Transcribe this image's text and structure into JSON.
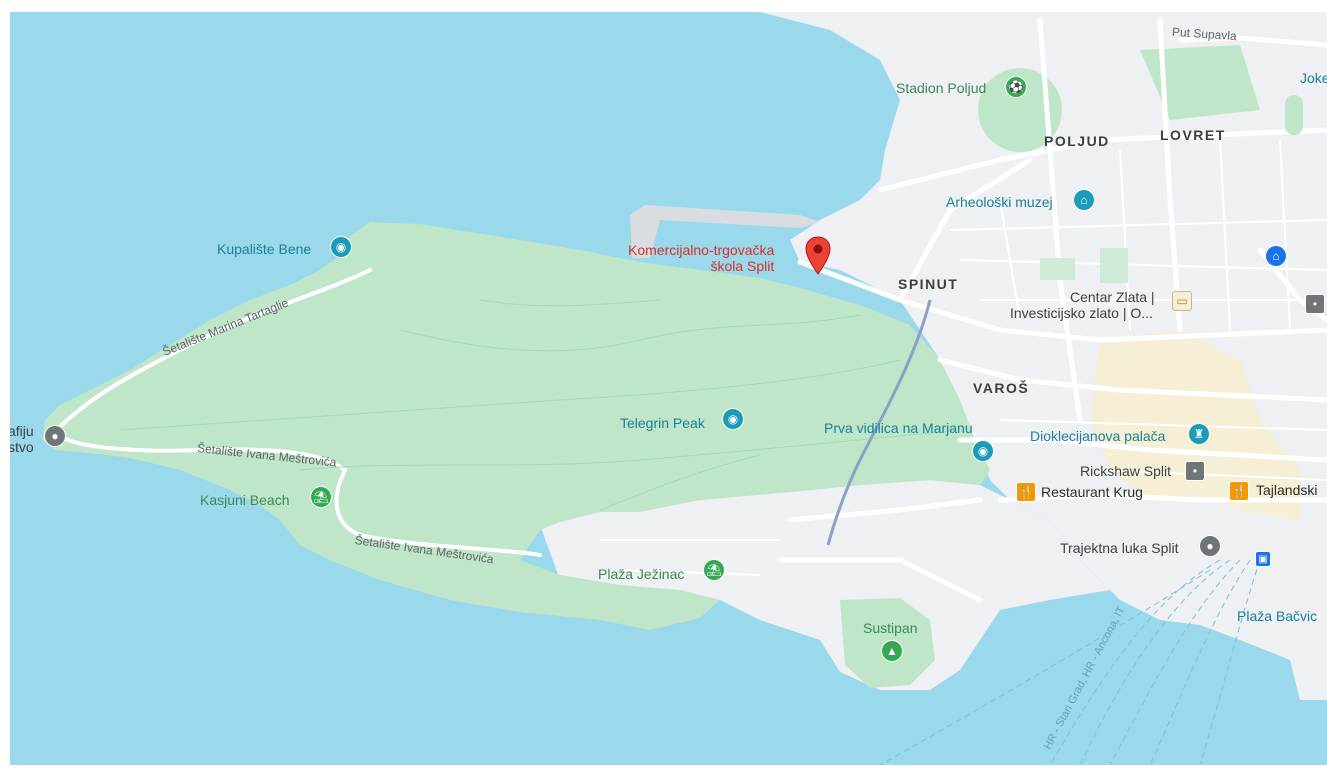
{
  "colors": {
    "water": "#9ad8ec",
    "water_light": "#b3e3f3",
    "park": "#bfe6c8",
    "city": "#eef0f3",
    "road": "#ffffff",
    "old_town": "#f5efd6",
    "pin_red": "#ea4335",
    "green_poi": "#34a853",
    "teal_poi": "#1a9bb8",
    "orange_poi": "#f29900",
    "gray_poi": "#70757a",
    "blue_poi": "#1a73e8"
  },
  "places": {
    "selected": "Komercijalno-trgovačka\nškola Split",
    "stadion": "Stadion Poljud",
    "poljud": "POLJUD",
    "lovret": "LOVRET",
    "arheoloski": "Arheološki muzej",
    "spinut": "SPINUT",
    "centar_zlata_1": "Centar Zlata |",
    "centar_zlata_2": "Investicijsko zlato | O...",
    "varos": "VAROŠ",
    "kupaliste": "Kupalište Bene",
    "telegrin": "Telegrin Peak",
    "prva_vidilica": "Prva vidilica na Marjanu",
    "dioklecijanova": "Dioklecijanova palača",
    "rickshaw": "Rickshaw Split",
    "restaurant_krug": "Restaurant Krug",
    "tajlandski": "Tajlandski",
    "kasjuni": "Kasjuni Beach",
    "jezinac": "Plaža Ježinac",
    "trajektna": "Trajektna luka Split",
    "sustipan": "Sustipan",
    "bacvice": "Plaža Bačvic",
    "joke": "Joke",
    "left_1": "afiju",
    "left_2": "stvo"
  },
  "roads": {
    "put_supavla": "Put Supavla",
    "marina": "Šetalište Marina Tartaglie",
    "mestrovica_1": "Šetalište Ivana Meštrovića",
    "mestrovica_2": "Šetalište Ivana Meštrovića",
    "ferry_line": "HR - Stari Grad, HR - Ancona, IT"
  }
}
